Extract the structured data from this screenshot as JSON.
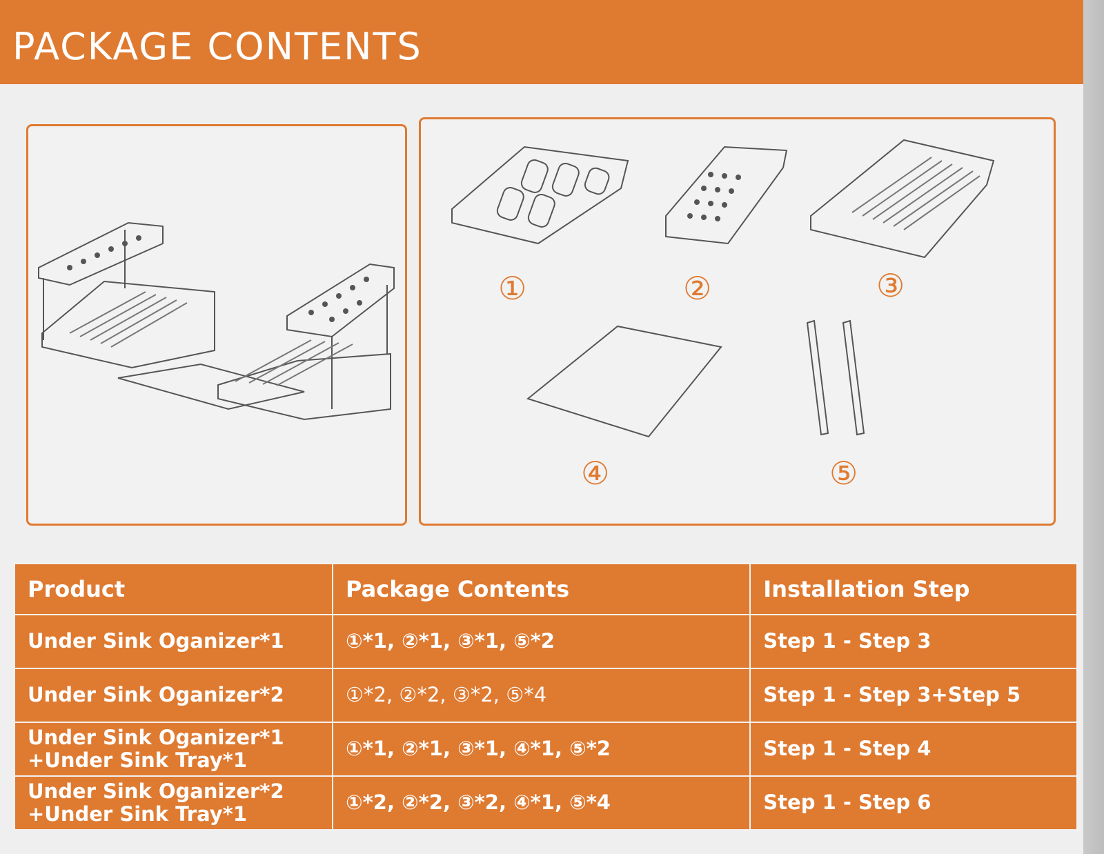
{
  "header": {
    "title": "PACKAGE CONTENTS"
  },
  "parts": [
    {
      "label": "①",
      "name": "part-1"
    },
    {
      "label": "②",
      "name": "part-2"
    },
    {
      "label": "③",
      "name": "part-3"
    },
    {
      "label": "④",
      "name": "part-4"
    },
    {
      "label": "⑤",
      "name": "part-5"
    }
  ],
  "table": {
    "headers": [
      "Product",
      "Package Contents",
      "Installation Step"
    ],
    "rows": [
      {
        "product_line1": "Under Sink Oganizer*1",
        "product_line2": "",
        "contents": "①*1, ②*1, ③*1, ⑤*2",
        "step": "Step 1 - Step 3"
      },
      {
        "product_line1": "Under Sink Oganizer*2",
        "product_line2": "",
        "contents": "①*2, ②*2, ③*2, ⑤*4",
        "step": "Step 1 - Step 3+Step 5"
      },
      {
        "product_line1": "Under Sink Oganizer*1",
        "product_line2": "+Under Sink Tray*1",
        "contents": "①*1, ②*1, ③*1, ④*1, ⑤*2",
        "step": "Step 1 - Step 4"
      },
      {
        "product_line1": "Under Sink Oganizer*2",
        "product_line2": "+Under Sink Tray*1",
        "contents": "①*2, ②*2, ③*2, ④*1, ⑤*4",
        "step": "Step 1 - Step 6"
      }
    ]
  },
  "colors": {
    "accent": "#df7a31",
    "background": "#efefef",
    "line": "#555555"
  }
}
